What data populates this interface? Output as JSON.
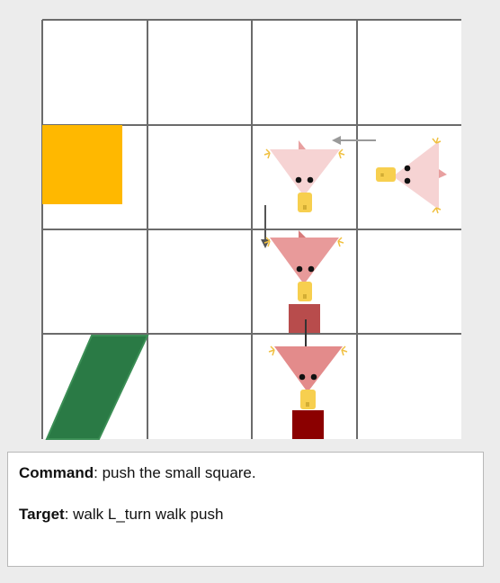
{
  "grid": {
    "rows": 4,
    "cols": 4,
    "background": "#ffffff",
    "line_color": "#6b6b6b"
  },
  "colors": {
    "yellow_square": "#FFB800",
    "green_parallelogram": "#2A7A45",
    "duck_light": "#F6D3D3",
    "duck_medium": "#E89A9A",
    "duck_dark": "#E38B8B",
    "beak": "#F7CF4F",
    "small_square_light": "#B84C4C",
    "small_square_dark": "#8B0000",
    "arrow_gray": "#9a9a9a",
    "arrow_dark": "#333333"
  },
  "command": {
    "label": "Command",
    "text": ": push the small square."
  },
  "target": {
    "label": "Target",
    "text": ": walk L_turn walk push"
  }
}
